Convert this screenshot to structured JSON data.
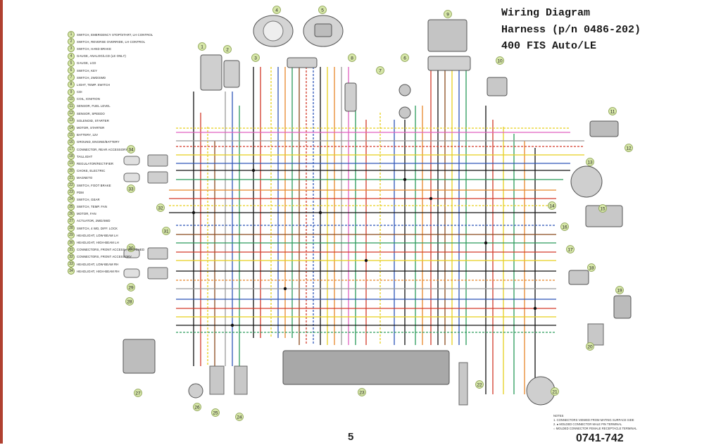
{
  "title": {
    "line1": "Wiring Diagram",
    "line2": "Harness (p/n 0486-202)",
    "line3": "400 FIS Auto/LE"
  },
  "legend": [
    {
      "num": "1",
      "label": "SWITCH, EMERGENCY STOP/START, LH CONTROL"
    },
    {
      "num": "2",
      "label": "SWITCH, REVERSE OVERRIDE, LH CONTROL"
    },
    {
      "num": "3",
      "label": "SWITCH, HAND BRAKE"
    },
    {
      "num": "4",
      "label": "GAUGE, ANALOG/LCD (LE ONLY)"
    },
    {
      "num": "5",
      "label": "GAUGE, LCD"
    },
    {
      "num": "6",
      "label": "SWITCH, KEY"
    },
    {
      "num": "7",
      "label": "SWITCH, 2WD/4WD"
    },
    {
      "num": "8",
      "label": "LIGHT, TEMP. SWITCH"
    },
    {
      "num": "9",
      "label": "CDI"
    },
    {
      "num": "10",
      "label": "COIL, IGNITION"
    },
    {
      "num": "11",
      "label": "SENSOR, FUEL LEVEL"
    },
    {
      "num": "12",
      "label": "SENSOR, SPEEDO"
    },
    {
      "num": "13",
      "label": "SOLENOID, STARTER"
    },
    {
      "num": "14",
      "label": "MOTOR, STARTER"
    },
    {
      "num": "15",
      "label": "BATTERY, 12V"
    },
    {
      "num": "16",
      "label": "GROUND, ENGINE/BATTERY"
    },
    {
      "num": "17",
      "label": "CONNECTOR, REAR ACCESSORY"
    },
    {
      "num": "18",
      "label": "TAILLIGHT"
    },
    {
      "num": "19",
      "label": "REGULATOR/RECTIFIER"
    },
    {
      "num": "20",
      "label": "CHOKE, ELECTRIC"
    },
    {
      "num": "21",
      "label": "MAGNETO"
    },
    {
      "num": "22",
      "label": "SWITCH, FOOT BRAKE"
    },
    {
      "num": "23",
      "label": "PDM"
    },
    {
      "num": "24",
      "label": "SWITCH, GEAR"
    },
    {
      "num": "25",
      "label": "SWITCH, TEMP. FAN"
    },
    {
      "num": "26",
      "label": "MOTOR, FAN"
    },
    {
      "num": "27",
      "label": "ACTUATOR, 2WD/4WD"
    },
    {
      "num": "28",
      "label": "SWITCH, 4 WD, DIFF. LOCK"
    },
    {
      "num": "29",
      "label": "HEADLIGHT, LOW-BEAM LH"
    },
    {
      "num": "30",
      "label": "HEADLIGHT, HIGH-BEAM LH"
    },
    {
      "num": "31",
      "label": "CONNECTORS, FRONT ACCESS., SWITCHED"
    },
    {
      "num": "32",
      "label": "CONNECTORS, FRONT ACCESSORY"
    },
    {
      "num": "33",
      "label": "HEADLIGHT, LOW-BEAM RH"
    },
    {
      "num": "34",
      "label": "HEADLIGHT, HIGH-BEAM RH"
    }
  ],
  "callouts": [
    "1",
    "2",
    "3",
    "4",
    "5",
    "6",
    "7",
    "8",
    "9",
    "10",
    "11",
    "12",
    "13",
    "14",
    "15",
    "16",
    "17",
    "18",
    "19",
    "20",
    "21",
    "22",
    "23",
    "24",
    "25",
    "26",
    "27",
    "28",
    "29",
    "30",
    "31",
    "32",
    "33",
    "34"
  ],
  "notes": {
    "heading": "NOTES",
    "line1": "1. CONNECTORS VIEWED FROM MATING SURFACE SIDE",
    "line2": "2. ● MOLDED CONNECTOR MALE PIN TERMINAL",
    "line3": "   ○ MOLDED CONNECTOR FEMALE RECEPTACLE TERMINAL"
  },
  "page_number": "5",
  "code": "0741-742",
  "colors": {
    "callout_fill": "#d6e6a8",
    "callout_stroke": "#8aa050",
    "wire_red": "#d33a2a",
    "wire_orange": "#e8872b",
    "wire_yellow": "#e6cf1e",
    "wire_blue": "#2c55b8",
    "wire_green": "#2a9a5a",
    "wire_black": "#111111",
    "wire_brown": "#8a4a1e",
    "wire_pink": "#e060c0",
    "wire_gray": "#9a9a9a",
    "wire_white": "#dddddd",
    "wire_purple": "#7a3a9a",
    "component_gray": "#a8a8a8"
  }
}
